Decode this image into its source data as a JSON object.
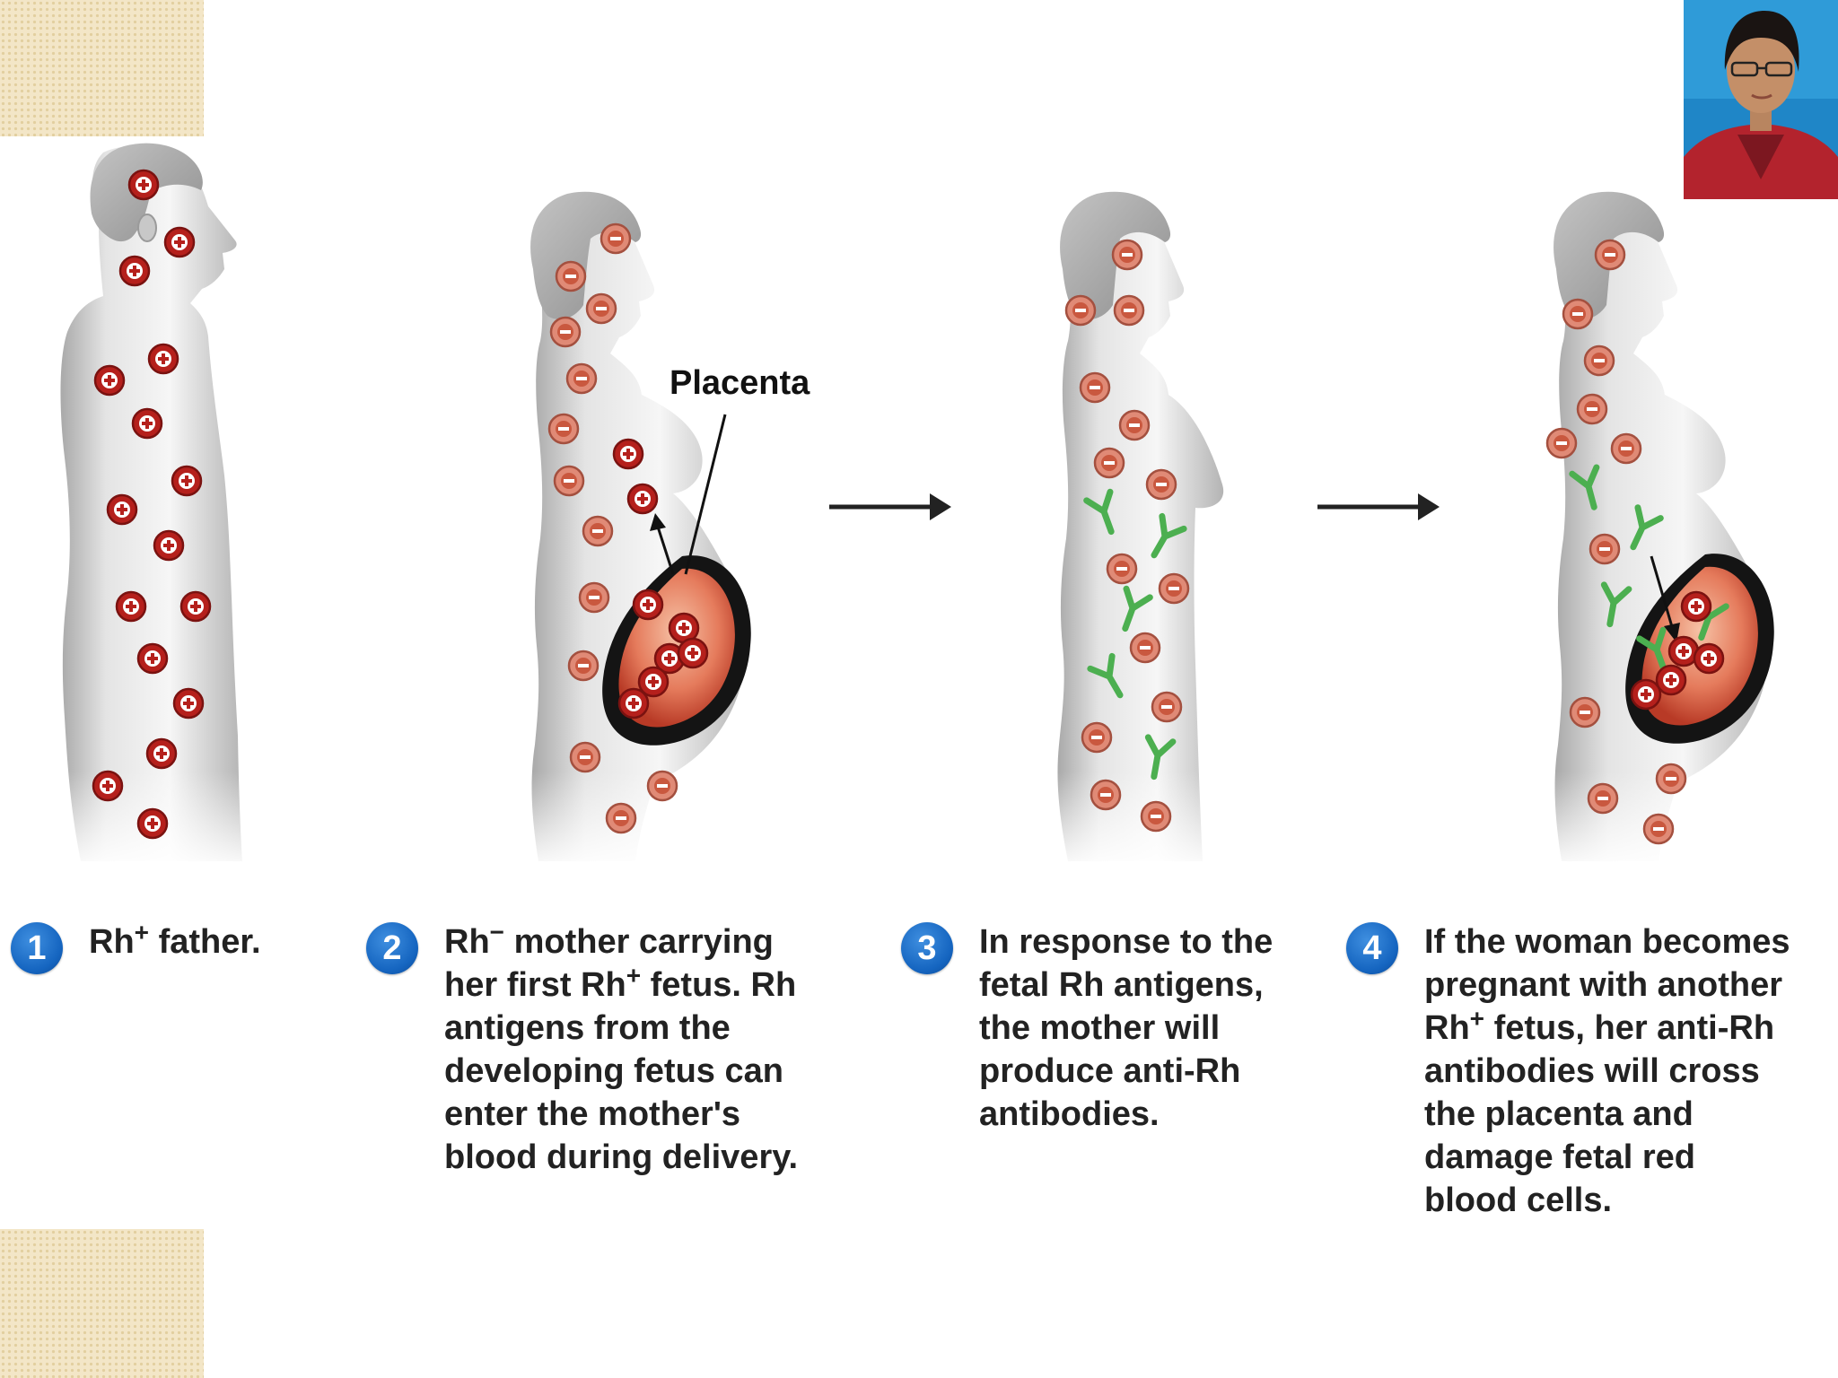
{
  "labels": {
    "placenta": "Placenta"
  },
  "steps": [
    {
      "number": "1",
      "lines": [
        {
          "pre": "Rh",
          "sup": "+",
          "post": " father."
        }
      ]
    },
    {
      "number": "2",
      "lines": [
        {
          "pre": "Rh",
          "sup": "−",
          "post": " mother carrying"
        },
        {
          "pre": "her first Rh",
          "sup": "+",
          "post": " fetus.  Rh"
        },
        {
          "pre": "antigens from the",
          "sup": "",
          "post": ""
        },
        {
          "pre": "developing fetus can",
          "sup": "",
          "post": ""
        },
        {
          "pre": "enter the mother's",
          "sup": "",
          "post": ""
        },
        {
          "pre": "blood during delivery.",
          "sup": "",
          "post": ""
        }
      ]
    },
    {
      "number": "3",
      "lines": [
        {
          "pre": "In response to the",
          "sup": "",
          "post": ""
        },
        {
          "pre": "fetal Rh antigens,",
          "sup": "",
          "post": ""
        },
        {
          "pre": "the mother will",
          "sup": "",
          "post": ""
        },
        {
          "pre": "produce anti-Rh",
          "sup": "",
          "post": ""
        },
        {
          "pre": "antibodies.",
          "sup": "",
          "post": ""
        }
      ]
    },
    {
      "number": "4",
      "lines": [
        {
          "pre": "If the woman becomes",
          "sup": "",
          "post": ""
        },
        {
          "pre": "pregnant with another",
          "sup": "",
          "post": ""
        },
        {
          "pre": "Rh",
          "sup": "+",
          "post": " fetus, her anti-Rh"
        },
        {
          "pre": "antibodies will cross",
          "sup": "",
          "post": ""
        },
        {
          "pre": "the placenta and",
          "sup": "",
          "post": ""
        },
        {
          "pre": "damage fetal red",
          "sup": "",
          "post": ""
        },
        {
          "pre": "blood cells.",
          "sup": "",
          "post": ""
        }
      ]
    }
  ],
  "colors": {
    "positive_cell": "#b5201c",
    "negative_cell": "#e08a76",
    "antibody": "#4caf50",
    "badge": "#1565c0",
    "body": "#d2d2d2"
  },
  "icons": [
    "plus-sign-icon",
    "minus-sign-icon",
    "antibody-icon",
    "arrow-right-icon"
  ]
}
